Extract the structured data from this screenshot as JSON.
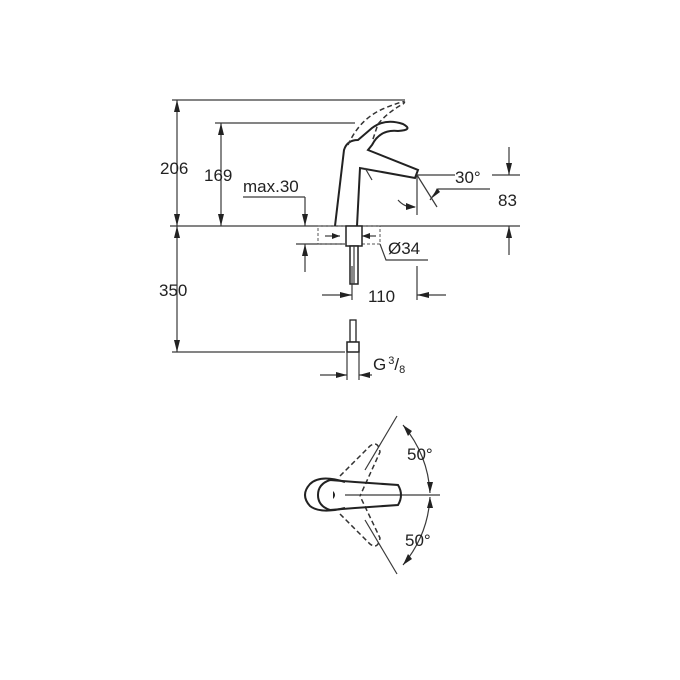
{
  "drawing": {
    "side_view": {
      "dim_overall_height": "206",
      "dim_spout_height": "169",
      "dim_max_deck": "max.30",
      "dim_spout_angle": "30°",
      "dim_outlet_height": "83",
      "dim_hole_diameter": "Ø34",
      "dim_reach": "110",
      "dim_hose_length": "350",
      "connection": {
        "base": "G",
        "numerator": "3",
        "slash": "/",
        "denominator": "8"
      }
    },
    "top_view": {
      "dim_rotation_upper": "50°",
      "dim_rotation_lower": "50°"
    }
  }
}
